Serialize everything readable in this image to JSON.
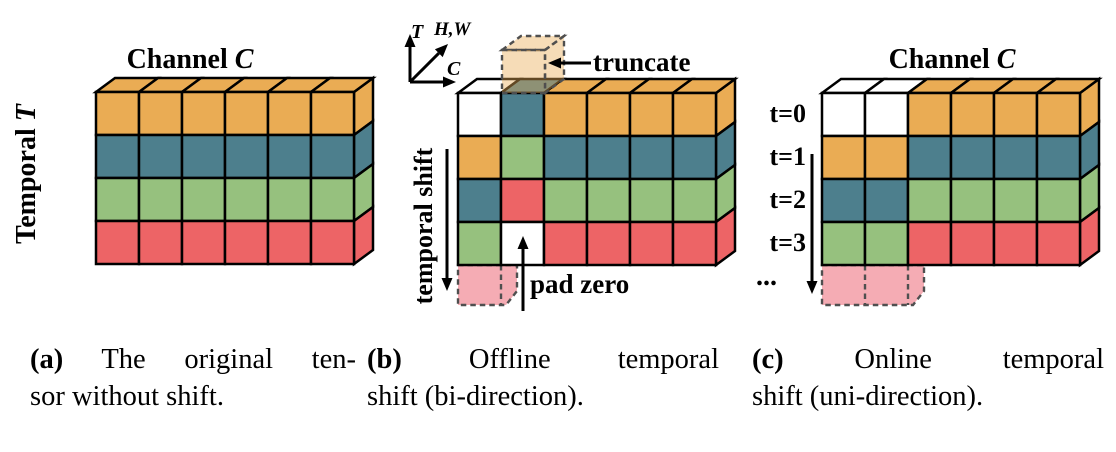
{
  "figure": {
    "titles": {
      "channel": "Channel",
      "channel_var": "C",
      "temporal": "Temporal",
      "temporal_var": "T"
    },
    "annotations": {
      "truncate": "truncate",
      "pad_zero": "pad zero",
      "temporal_shift": "temporal shift",
      "axis_t": "T",
      "axis_hw": "H,W",
      "axis_c": "C",
      "time_labels": [
        "t=0",
        "t=1",
        "t=2",
        "t=3"
      ],
      "ellipsis": "..."
    },
    "captions": {
      "a": {
        "label": "(a)",
        "line1_rest": "The original ten-",
        "line2": "sor without shift."
      },
      "b": {
        "label": "(b)",
        "line1_rest": "Offline temporal",
        "line2": "shift (bi-direction)."
      },
      "c": {
        "label": "(c)",
        "line1_rest": "Online temporal",
        "line2": "shift (uni-direction)."
      }
    },
    "palette": {
      "orange": "#EAAC54",
      "teal": "#4D7F8D",
      "green": "#96C17E",
      "red": "#ED6466",
      "white": "#FFFFFF",
      "ghost_pink": "#F5ACB4",
      "ghost_orange_fill": "#EAAC54",
      "dash_stroke": "#4F4F4F",
      "outline": "#000000"
    },
    "tensors": {
      "a": {
        "rows": [
          [
            "orange",
            "orange",
            "orange",
            "orange",
            "orange",
            "orange"
          ],
          [
            "teal",
            "teal",
            "teal",
            "teal",
            "teal",
            "teal"
          ],
          [
            "green",
            "green",
            "green",
            "green",
            "green",
            "green"
          ],
          [
            "red",
            "red",
            "red",
            "red",
            "red",
            "red"
          ]
        ],
        "tops": [
          "orange",
          "orange",
          "orange",
          "orange",
          "orange",
          "orange"
        ],
        "sides": [
          "orange",
          "teal",
          "green",
          "red"
        ]
      },
      "b": {
        "rows": [
          [
            "white",
            "teal",
            "orange",
            "orange",
            "orange",
            "orange"
          ],
          [
            "orange",
            "green",
            "teal",
            "teal",
            "teal",
            "teal"
          ],
          [
            "teal",
            "red",
            "green",
            "green",
            "green",
            "green"
          ],
          [
            "green",
            "white",
            "red",
            "red",
            "red",
            "red"
          ]
        ],
        "tops": [
          "white",
          "teal",
          "orange",
          "orange",
          "orange",
          "orange"
        ],
        "sides": [
          "orange",
          "teal",
          "green",
          "red"
        ],
        "ghost_cols": 1,
        "truncate_cube": true
      },
      "c": {
        "rows": [
          [
            "white",
            "white",
            "orange",
            "orange",
            "orange",
            "orange"
          ],
          [
            "orange",
            "orange",
            "teal",
            "teal",
            "teal",
            "teal"
          ],
          [
            "teal",
            "teal",
            "green",
            "green",
            "green",
            "green"
          ],
          [
            "green",
            "green",
            "red",
            "red",
            "red",
            "red"
          ]
        ],
        "tops": [
          "white",
          "white",
          "orange",
          "orange",
          "orange",
          "orange"
        ],
        "sides": [
          "orange",
          "teal",
          "green",
          "red"
        ],
        "ghost_cols": 2
      }
    }
  }
}
